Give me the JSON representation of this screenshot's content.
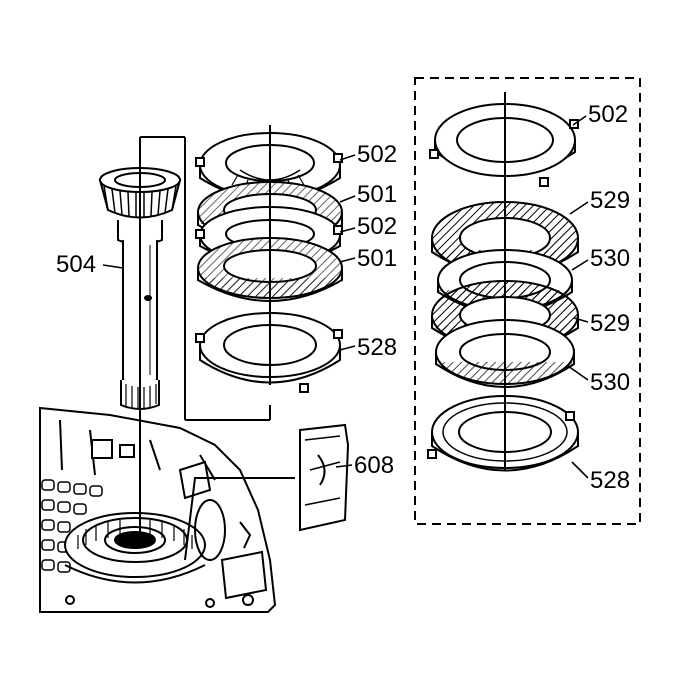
{
  "callouts": {
    "shaft": "504",
    "left_plate_top": "502",
    "left_disc_1": "501",
    "left_plate_2": "502",
    "left_disc_2": "501",
    "left_backing_plate": "528",
    "right_plate_top": "502",
    "right_disc_1": "529",
    "right_plate_1": "530",
    "right_disc_2": "529",
    "right_plate_2": "530",
    "right_backing_plate": "528",
    "accumulator_part": "608"
  },
  "colors": {
    "line": "#000000",
    "background": "#ffffff",
    "shade": "#e6e6e6"
  }
}
